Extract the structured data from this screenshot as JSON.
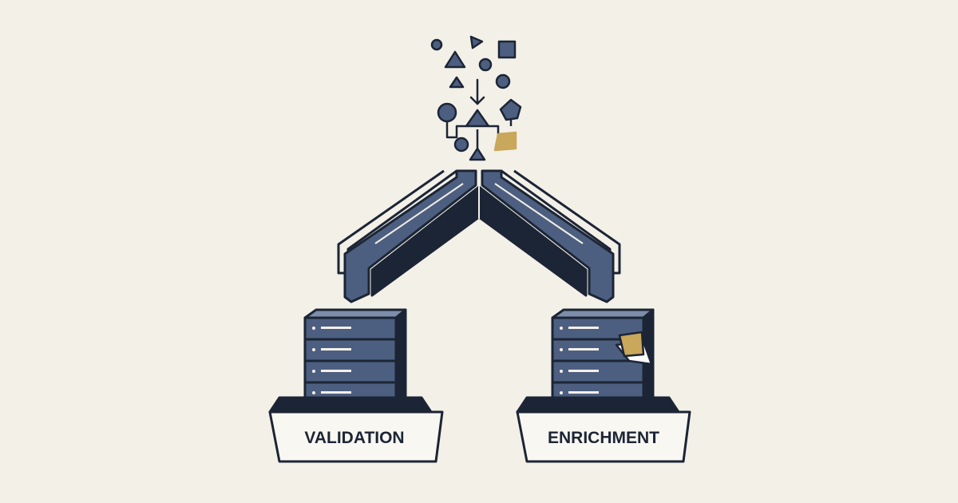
{
  "palette": {
    "background": "#f3f0e8",
    "navy": "#1c2535",
    "slate": "#4d5f80",
    "slate_light": "#7d8daa",
    "gold": "#c9a75b",
    "label_fill": "#f8f7f2"
  },
  "incoming_shapes": [
    "circle-icon",
    "triangle-icon",
    "square-icon",
    "pentagon-icon",
    "down-arrow-icon",
    "document-icon"
  ],
  "pipeline": {
    "split": "two-way",
    "left_branch": {
      "label": "VALIDATION",
      "server_units": 4,
      "flagged_item": false
    },
    "right_branch": {
      "label": "ENRICHMENT",
      "server_units": 4,
      "flagged_item": true
    }
  }
}
